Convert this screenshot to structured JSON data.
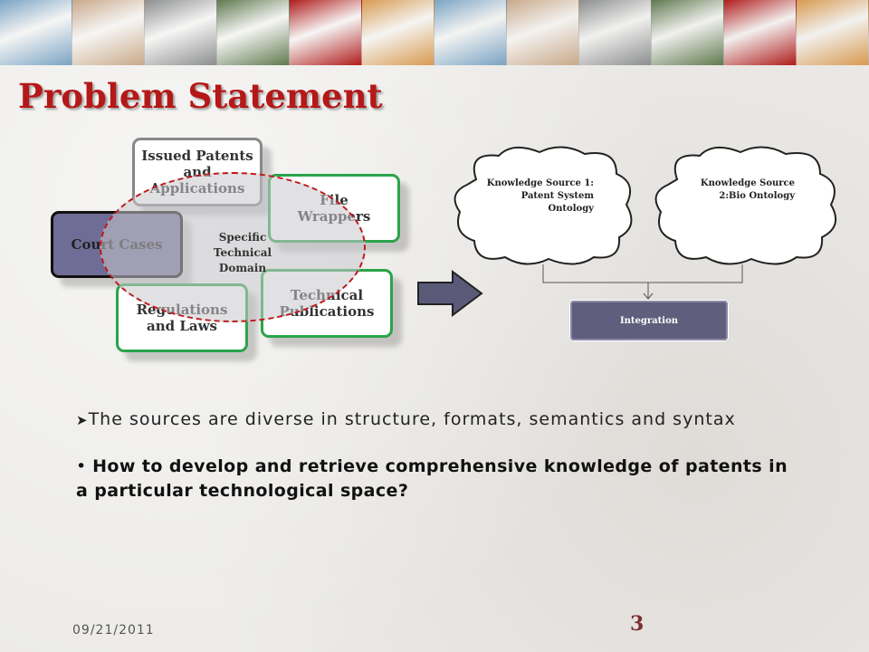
{
  "slide": {
    "title": "Problem Statement",
    "date": "09/21/2011",
    "page_number": "3"
  },
  "banner": {
    "tiles": [
      {
        "icon": "golden-gate-bridge-photo",
        "color": "#7aa3c4"
      },
      {
        "icon": "keyboard-hands-photo",
        "color": "#c9a98a"
      },
      {
        "icon": "wheelchair-photo",
        "color": "#8c8e8f"
      },
      {
        "icon": "pine-trees-photo",
        "color": "#5f7a4f"
      },
      {
        "icon": "stanford-logo-photo",
        "color": "#b01c1c"
      },
      {
        "icon": "sunset-marsh-photo",
        "color": "#d89a50"
      },
      {
        "icon": "golden-gate-bridge-photo",
        "color": "#7aa3c4"
      },
      {
        "icon": "keyboard-hands-photo",
        "color": "#c9a98a"
      },
      {
        "icon": "wheelchair-photo",
        "color": "#8c8e8f"
      },
      {
        "icon": "pine-trees-photo",
        "color": "#5f7a4f"
      },
      {
        "icon": "stanford-logo-photo",
        "color": "#b01c1c"
      },
      {
        "icon": "sunset-marsh-photo",
        "color": "#d89a50"
      }
    ]
  },
  "diagram": {
    "issued": "Issued Patents and Applications",
    "file_wrappers": "File Wrappers",
    "court_cases": "Court Cases",
    "specific_domain": "Specific Technical Domain",
    "technical_publications": "Technical Publications",
    "regulations": "Regulations and Laws",
    "ks1": "Knowledge Source 1: Patent System Ontology",
    "ks2": "Knowledge Source 2:Bio Ontology",
    "integration": "Integration"
  },
  "bullets": {
    "first": "The sources are diverse in structure, formats, semantics and syntax",
    "second": "How to develop and retrieve comprehensive knowledge of patents in a particular technological space?"
  },
  "colors": {
    "title": "#b51818",
    "green_border": "#2aa44a",
    "court_fill": "#6f6d96",
    "dashed_circle": "#c01818"
  }
}
